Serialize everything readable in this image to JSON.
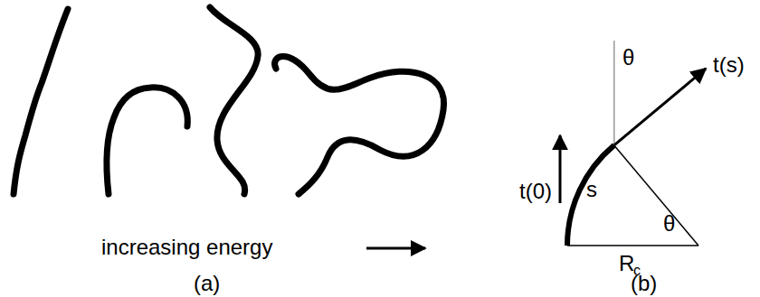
{
  "diagram": {
    "labels": [
      "increasing energy",
      "(a)",
      "θ",
      "t(s)",
      "s",
      "t(0)",
      "θ",
      "R",
      "c",
      "(b)"
    ]
  }
}
